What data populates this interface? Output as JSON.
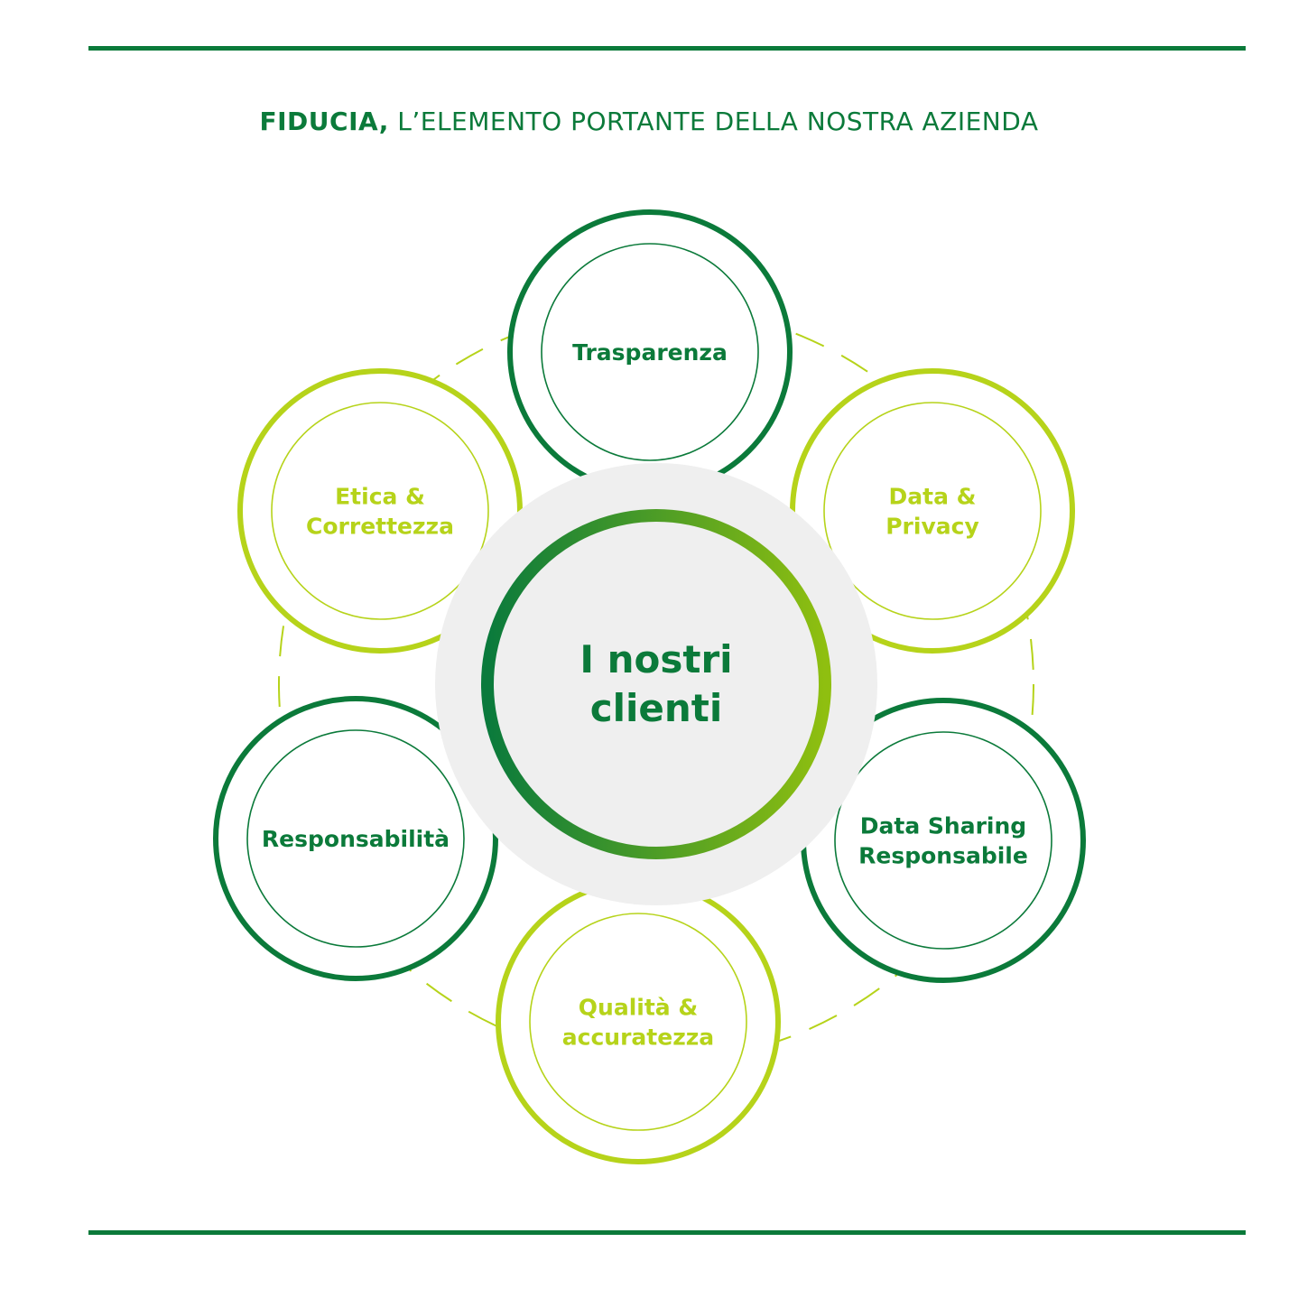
{
  "colors": {
    "dark_green": "#0b7a3a",
    "lime_green": "#b6d31a",
    "center_bg": "#efefef",
    "gradient_start": "#0a7a3c",
    "gradient_end": "#8fbf10"
  },
  "header": {
    "title_strong": "FIDUCIA,",
    "title_rest": "L’ELEMENTO PORTANTE DELLA NOSTRA AZIENDA"
  },
  "center": {
    "lines": [
      "I nostri",
      "clienti"
    ]
  },
  "nodes": [
    {
      "id": "trasparenza",
      "lines": [
        "Trasparenza"
      ],
      "tone": "dark"
    },
    {
      "id": "data-privacy",
      "lines": [
        "Data &",
        "Privacy"
      ],
      "tone": "lime"
    },
    {
      "id": "data-sharing",
      "lines": [
        "Data Sharing",
        "Responsabile"
      ],
      "tone": "dark"
    },
    {
      "id": "qualita",
      "lines": [
        "Qualità &",
        "accuratezza"
      ],
      "tone": "lime"
    },
    {
      "id": "responsabilita",
      "lines": [
        "Responsabilità"
      ],
      "tone": "dark"
    },
    {
      "id": "etica",
      "lines": [
        "Etica &",
        "Correttezza"
      ],
      "tone": "lime"
    }
  ]
}
